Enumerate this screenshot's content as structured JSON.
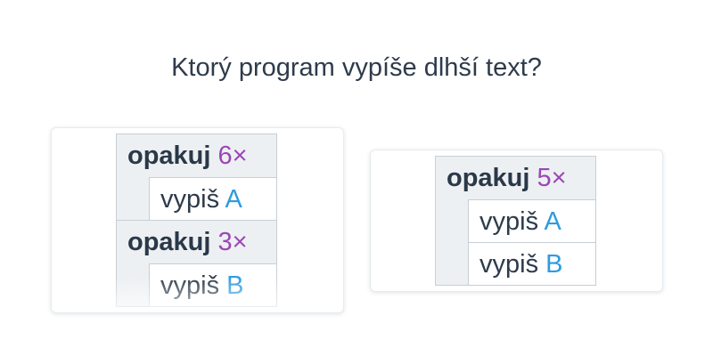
{
  "question": "Ktorý program vypíše dlhší text?",
  "options": [
    {
      "loops": [
        {
          "keyword": "opakuj",
          "count": "6×",
          "statements": [
            {
              "keyword": "vypiš",
              "arg": "A"
            }
          ]
        },
        {
          "keyword": "opakuj",
          "count": "3×",
          "statements": [
            {
              "keyword": "vypiš",
              "arg": "B"
            }
          ]
        }
      ]
    },
    {
      "loops": [
        {
          "keyword": "opakuj",
          "count": "5×",
          "statements": [
            {
              "keyword": "vypiš",
              "arg": "A"
            },
            {
              "keyword": "vypiš",
              "arg": "B"
            }
          ]
        }
      ]
    }
  ],
  "colors": {
    "keyword": "#2a3848",
    "count": "#9b46b6",
    "letter": "#2f9be0",
    "block_bg": "#edf0f3"
  }
}
